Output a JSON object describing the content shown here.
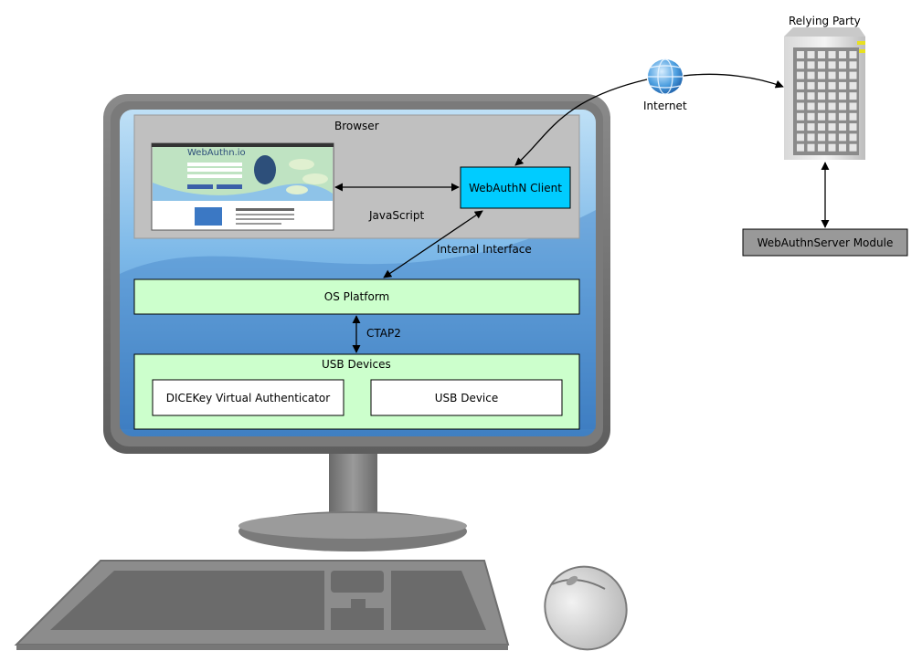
{
  "labels": {
    "browser": "Browser",
    "javascript": "JavaScript",
    "webauthn_client": "WebAuthN Client",
    "internal_interface": "Internal Interface",
    "os_platform": "OS Platform",
    "ctap2": "CTAP2",
    "usb_devices": "USB Devices",
    "dicekey": "DICEKey Virtual Authenticator",
    "usb_device": "USB Device",
    "internet": "Internet",
    "relying_party": "Relying Party",
    "server_module": "WebAuthnServer Module"
  },
  "screenshot": {
    "site_title": "WebAuthn.io"
  },
  "colors": {
    "monitor_frame": "#6b6b6b",
    "screen_blue": "#4a8fd0",
    "browser_gray": "#c0c0c0",
    "client_cyan": "#00ccff",
    "platform_green": "#ccffcc",
    "server_gray": "#999999"
  }
}
